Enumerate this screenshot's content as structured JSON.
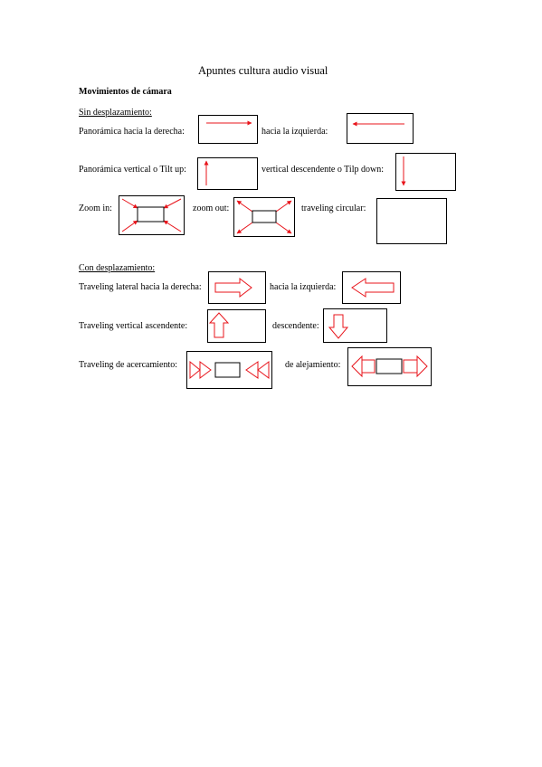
{
  "title": "Apuntes cultura audio visual",
  "heading": "Movimientos de cámara",
  "sections": {
    "sin": {
      "header": "Sin desplazamiento:",
      "pan_right": "Panorámica hacia la derecha:",
      "pan_left": "hacia la izquierda:",
      "tilt_up": "Panorámica vertical o Tilt up:",
      "tilt_down": "vertical descendente o Tilp down:",
      "zoom_in": "Zoom in:",
      "zoom_out": "zoom out:",
      "traveling_circular": "traveling circular:"
    },
    "con": {
      "header": "Con desplazamiento:",
      "lateral_right": "Traveling lateral hacia la derecha:",
      "lateral_left": "hacia la izquierda:",
      "vertical_up": "Traveling vertical ascendente:",
      "vertical_down": "descendente:",
      "approach": "Traveling de acercamiento:",
      "retreat": "de alejamiento:"
    }
  },
  "colors": {
    "arrow": "#e8141b",
    "text": "#000000"
  }
}
